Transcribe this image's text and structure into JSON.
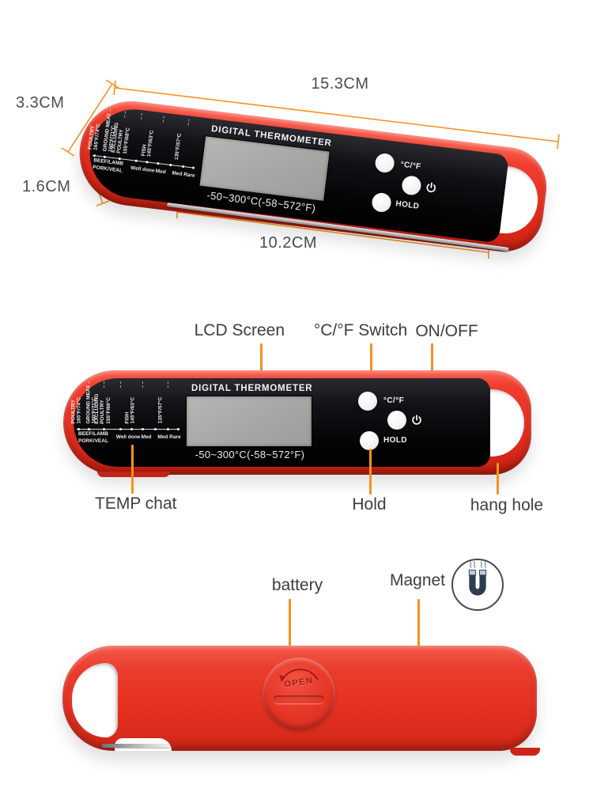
{
  "colors": {
    "body_red": "#e73021",
    "accent_orange": "#f5921e",
    "panel_black": "#0a0a0c",
    "lcd_gray": "#a8a7a5",
    "magnet_navy": "#2d3c52",
    "label_gray": "#3d3d3d"
  },
  "dimensions": {
    "length": "15.3CM",
    "width": "3.3CM",
    "thickness": "1.6CM",
    "probe_length": "10.2CM"
  },
  "annotations": {
    "lcd": "LCD Screen",
    "cf_switch": "°C/°F Switch",
    "on_off": "ON/OFF",
    "temp_chart": "TEMP chat",
    "hold": "Hold",
    "hang_hole": "hang hole",
    "battery": "battery",
    "magnet": "Magnet"
  },
  "device": {
    "title": "DIGITAL THERMOMETER",
    "range": "-50~300°C(-58~572°F)",
    "button_cf": "°C/°F",
    "button_hold": "HOLD",
    "chart": {
      "columns": [
        {
          "l1": "POULTRY",
          "l2": "165°F/74°C"
        },
        {
          "l1": "GROUND MEAT",
          "l2": "160°F/71°C"
        },
        {
          "l1": "EXCLUDING",
          "l2": "POULTRY",
          "l3": "155°F/68°C"
        },
        {
          "l1": "FISH",
          "l2": "145°F/63°C"
        },
        {
          "l1": "135°F/57°C"
        }
      ],
      "meat1": "BEEF/LAMB",
      "meat2": "PORK/VEAL",
      "doneness": [
        "Well done",
        "Med",
        "Med Rare"
      ]
    }
  },
  "back": {
    "cap_text": "OPEN"
  }
}
